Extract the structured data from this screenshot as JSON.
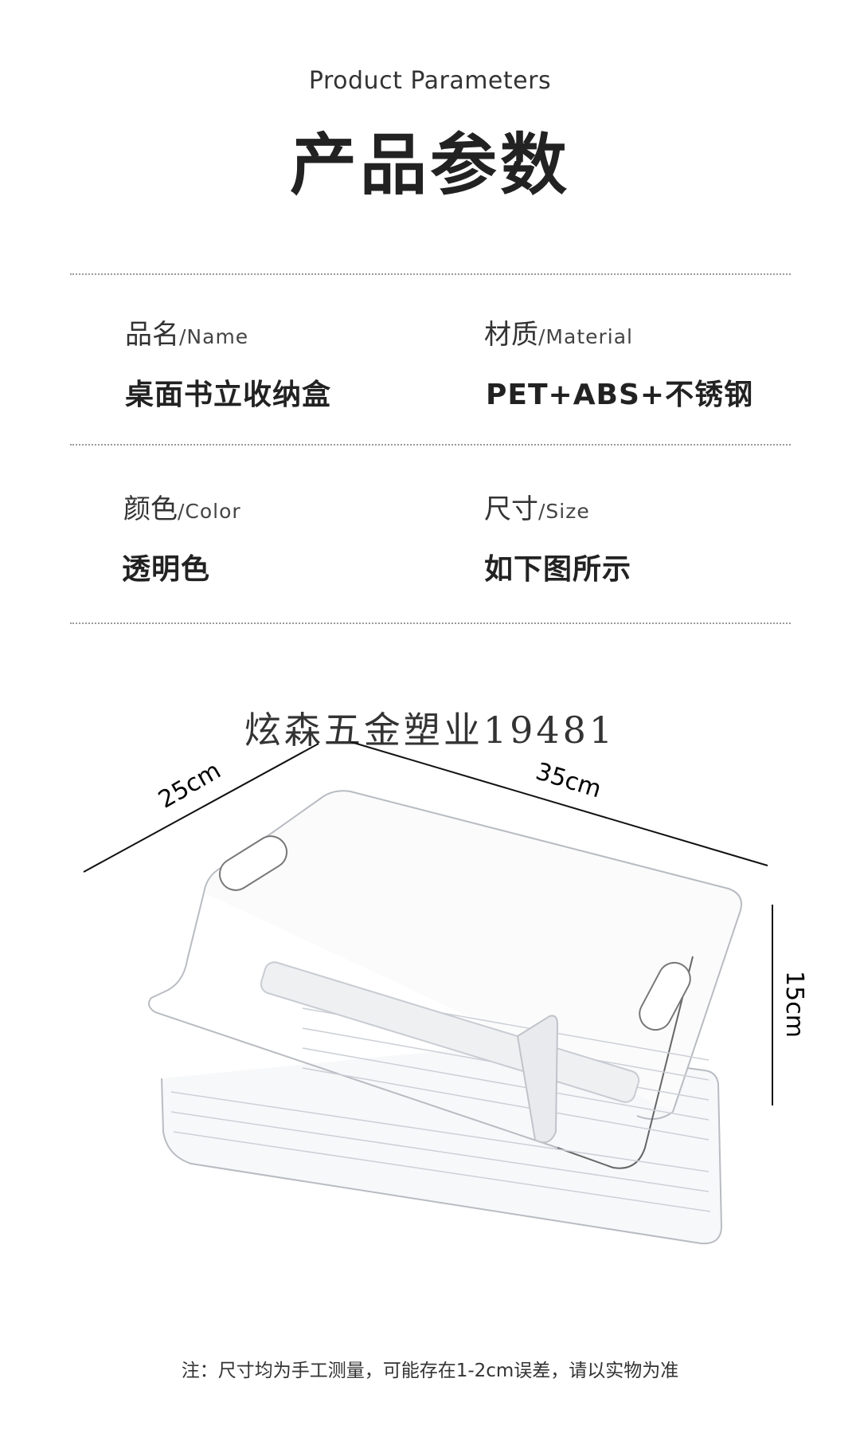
{
  "header": {
    "subtitle": "Product Parameters",
    "title": "产品参数"
  },
  "params": [
    {
      "label_cn": "品名",
      "label_en": "/Name",
      "value": "桌面书立收纳盒"
    },
    {
      "label_cn": "材质",
      "label_en": "/Material",
      "value": "PET+ABS+不锈钢"
    },
    {
      "label_cn": "颜色",
      "label_en": "/Color",
      "value": "透明色"
    },
    {
      "label_cn": "尺寸",
      "label_en": "/Size",
      "value": "如下图所示"
    }
  ],
  "watermark": "炫森五金塑业19481",
  "dimensions": {
    "depth": "25cm",
    "length": "35cm",
    "height": "15cm"
  },
  "note": "注：尺寸均为手工测量，可能存在1-2cm误差，请以实物为准"
}
